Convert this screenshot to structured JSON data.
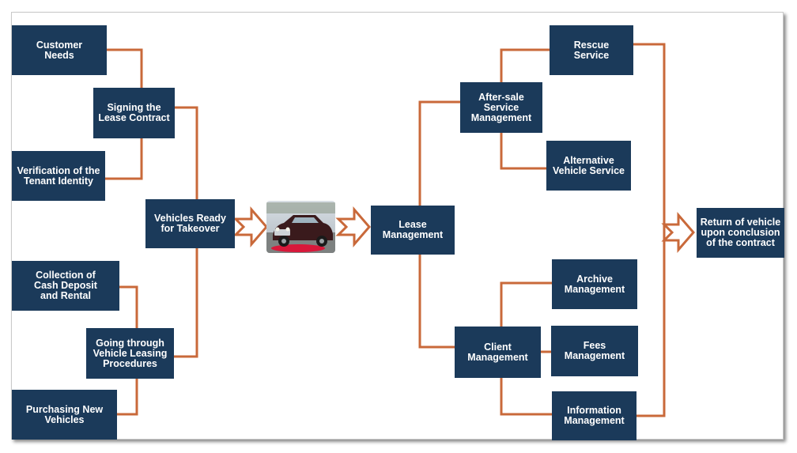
{
  "colors": {
    "box_fill": "#1b3a5a",
    "connector": "#c9693a",
    "arrow_fill": "#ffffff"
  },
  "nodes": {
    "customer_needs": "Customer\nNeeds",
    "signing_lease_contract": "Signing the\nLease Contract",
    "verification_tenant_identity": "Verification of the\nTenant Identity",
    "vehicles_ready_takeover": "Vehicles Ready\nfor Takeover",
    "collection_cash_deposit": "Collection of\nCash Deposit\nand Rental",
    "going_through_procedures": "Going through\nVehicle Leasing\nProcedures",
    "purchasing_new_vehicles": "Purchasing New\nVehicles",
    "lease_management": "Lease\nManagement",
    "after_sale_service": "After-sale\nService\nManagement",
    "rescue_service": "Rescue\nService",
    "alternative_vehicle_service": "Alternative\nVehicle Service",
    "client_management": "Client\nManagement",
    "archive_management": "Archive\nManagement",
    "fees_management": "Fees\nManagement",
    "information_management": "Information\nManagement",
    "return_of_vehicle": "Return of vehicle\nupon conclusion\nof the contract"
  },
  "image": {
    "subject": "luxury car photo"
  }
}
